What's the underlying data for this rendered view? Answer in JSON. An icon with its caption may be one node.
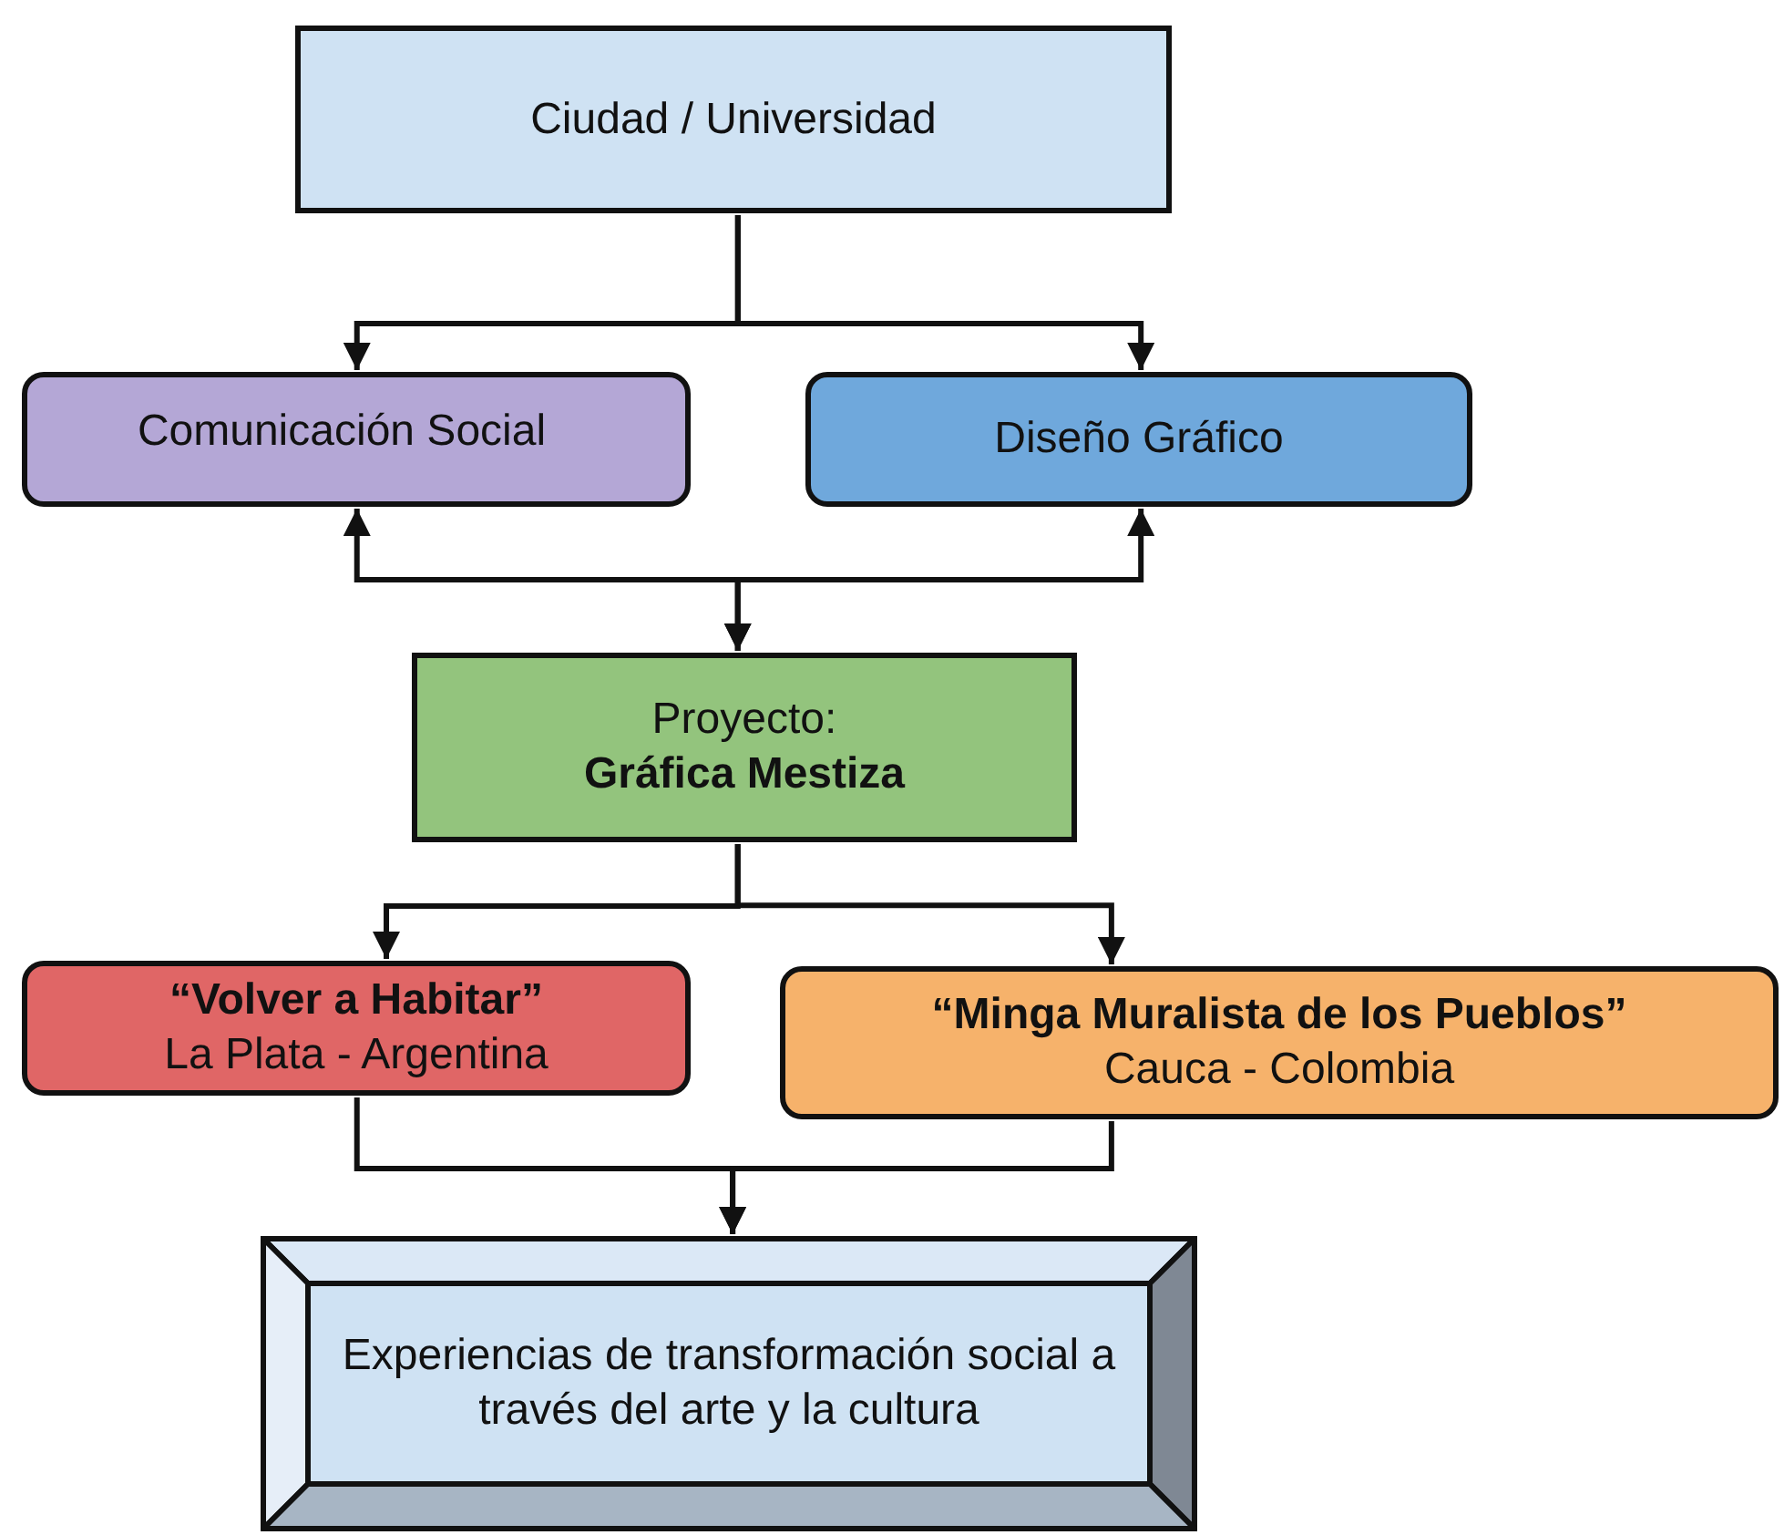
{
  "diagram": {
    "nodes": [
      {
        "text": [
          "Ciudad / Universidad"
        ]
      },
      {
        "text": [
          "Comunicación Social"
        ]
      },
      {
        "text": [
          "Diseño Gráfico"
        ]
      },
      {
        "text": [
          "Proyecto:",
          "Gráfica Mestiza"
        ]
      },
      {
        "text": [
          "“Volver a Habitar”",
          "La Plata - Argentina"
        ]
      },
      {
        "text": [
          "“Minga Muralista de los Pueblos”",
          "Cauca - Colombia"
        ]
      },
      {
        "text": [
          "Experiencias de transformación social a través del arte y la cultura"
        ]
      }
    ],
    "edges": [
      {
        "from": 0,
        "to": 1,
        "arrow": "to"
      },
      {
        "from": 0,
        "to": 2,
        "arrow": "to"
      },
      {
        "from": 1,
        "to": 3,
        "arrow": "both"
      },
      {
        "from": 2,
        "to": 3,
        "arrow": "both"
      },
      {
        "from": 3,
        "to": 4,
        "arrow": "to"
      },
      {
        "from": 3,
        "to": 5,
        "arrow": "to"
      },
      {
        "from": 4,
        "to": 6,
        "arrow": "to"
      },
      {
        "from": 5,
        "to": 6,
        "arrow": "to"
      }
    ]
  }
}
